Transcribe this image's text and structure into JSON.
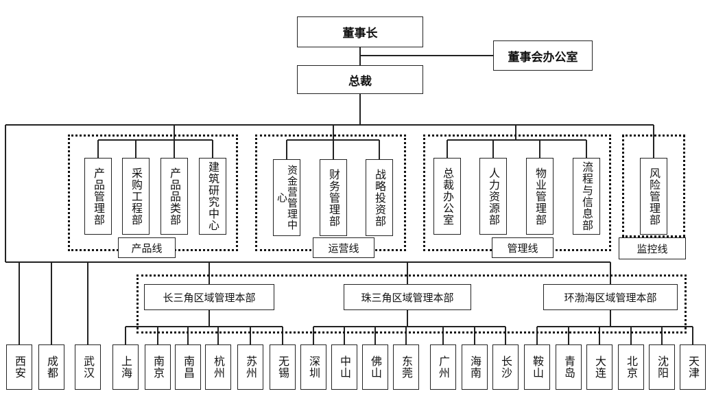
{
  "top": {
    "chairman": "董事长",
    "board_office": "董事会办公室",
    "president": "总裁"
  },
  "groups": [
    {
      "label": "产品线",
      "departments": [
        "产品管理部",
        "采购工程部",
        "产品品类部",
        "建筑研究中心"
      ]
    },
    {
      "label": "运营线",
      "departments": [
        "资金营管理中心",
        "财务管理部",
        "战略投资部"
      ]
    },
    {
      "label": "管理线",
      "departments": [
        "总裁办公室",
        "人力资源部",
        "物业管理部",
        "流程与信息部"
      ]
    },
    {
      "label": "监控线",
      "departments": [
        "风险管理部"
      ]
    }
  ],
  "direct_cities": [
    "西安",
    "成都",
    "武汉"
  ],
  "regions": [
    {
      "name": "长三角区域管理本部",
      "cities": [
        "上海",
        "南京",
        "南昌",
        "杭州",
        "苏州",
        "无锡"
      ]
    },
    {
      "name": "珠三角区域管理本部",
      "cities": [
        "深圳",
        "中山",
        "佛山",
        "东莞",
        "广州",
        "海南",
        "长沙"
      ]
    },
    {
      "name": "环渤海区域管理本部",
      "cities": [
        "鞍山",
        "青岛",
        "大连",
        "北京",
        "沈阳",
        "天津"
      ]
    }
  ]
}
